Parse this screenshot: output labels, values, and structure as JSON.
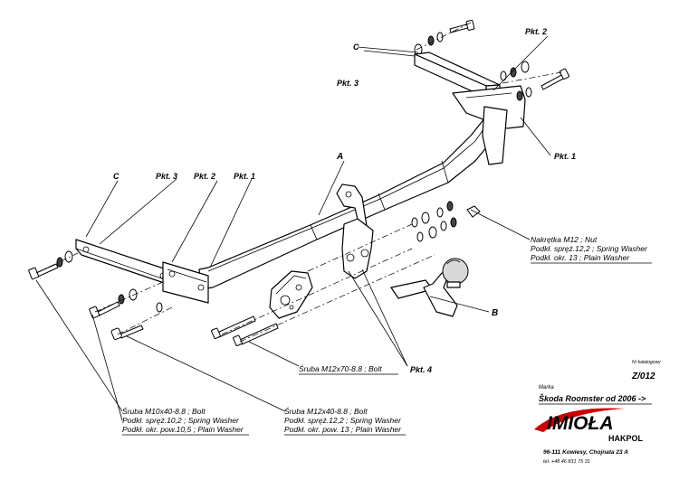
{
  "labels": {
    "A": "A",
    "B": "B",
    "C": "C",
    "pkt1": "Pkt. 1",
    "pkt2": "Pkt. 2",
    "pkt3": "Pkt. 3",
    "pkt4": "Pkt. 4"
  },
  "notes": {
    "nut": [
      "Nakrętka  M12 ; Nut",
      "Podkł. spręż.12,2 ; Spring Washer",
      "Podkł. okr. 13 ; Plain Washer"
    ],
    "bolt_m12x70": "Śruba M12x70-8.8 ;  Bolt",
    "bolt_m10": [
      "Śruba M10x40-8.8 ;  Bolt",
      "Podkł. spręż.10,2 ; Spring Washer",
      "Podkł. okr. pow.10,5 ; Plain Washer"
    ],
    "bolt_m12x40": [
      "Śruba M12x40-8.8 ;  Bolt",
      "Podkł. spręż.12,2 ; Spring Washer",
      "Podkł. okr. pow. 13 ; Plain Washer"
    ]
  },
  "catalog": {
    "caption": "Nr katalogowy",
    "number": "Z/012"
  },
  "vehicle": {
    "caption": "Marka",
    "model": "Škoda Roomster    od  2006 ->"
  },
  "brand": {
    "name": "IMIOŁA",
    "sub": "HAKPOL",
    "address": "96-111 Kowiesy,  Chojnata 23 A",
    "phone": "tel. +48 46 831 75 31"
  }
}
